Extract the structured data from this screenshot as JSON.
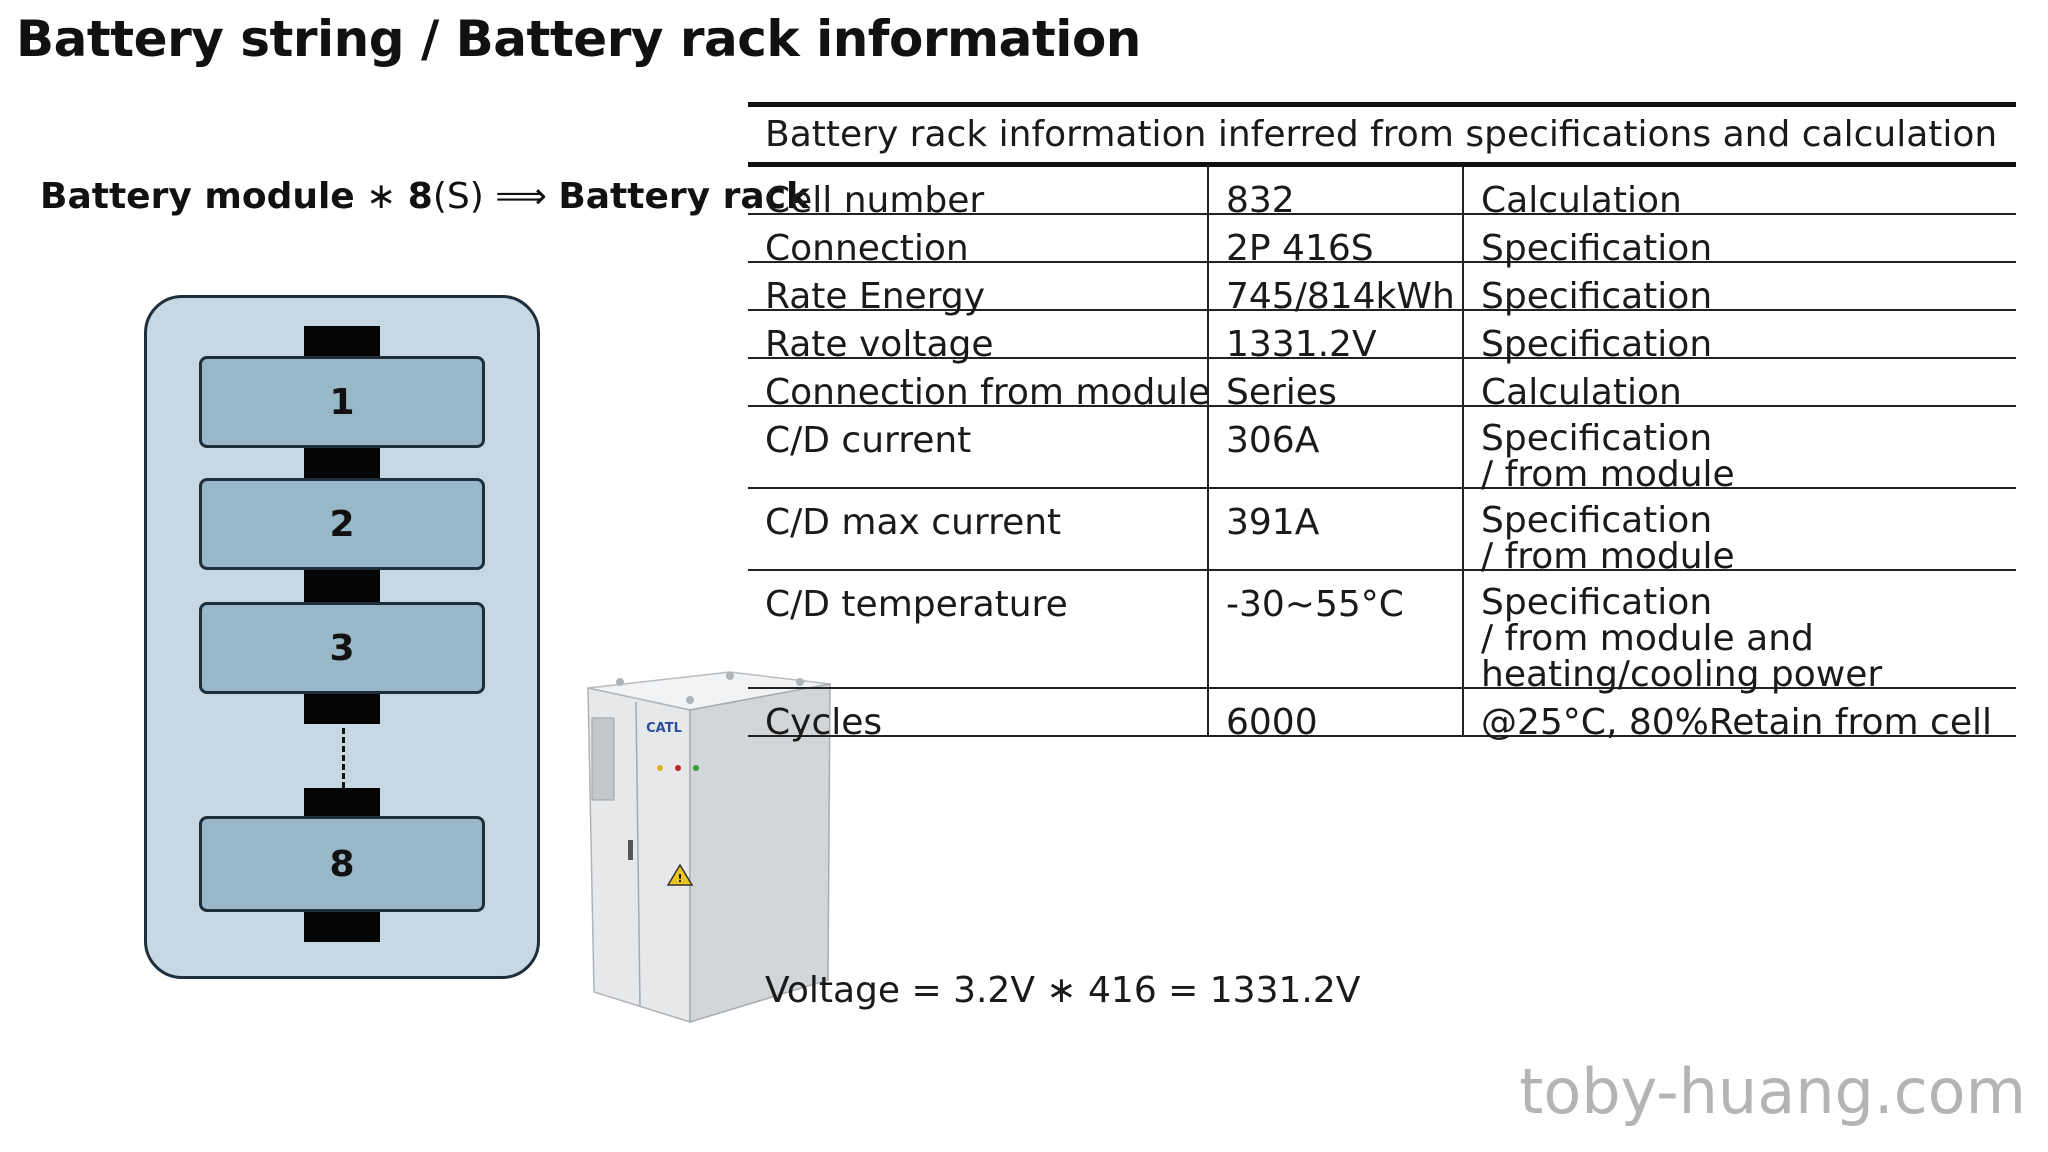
{
  "page": {
    "title": "Battery string / Battery rack information"
  },
  "formula": {
    "part1": "Battery module",
    "op": "∗",
    "part2": "8",
    "part3": "(S)",
    "arrow": "⟹",
    "part4": "Battery rack"
  },
  "diagram": {
    "modules": [
      "1",
      "2",
      "3",
      "8"
    ]
  },
  "cabinet": {
    "brand": "CATL"
  },
  "table": {
    "caption": "Battery rack information inferred from specifications and calculation",
    "rows": [
      {
        "label": "Cell number",
        "value": "832",
        "source": [
          "Calculation"
        ]
      },
      {
        "label": "Connection",
        "value": "2P 416S",
        "source": [
          "Specification"
        ]
      },
      {
        "label": "Rate Energy",
        "value": "745/814kWh",
        "source": [
          "Specification"
        ]
      },
      {
        "label": "Rate voltage",
        "value": "1331.2V",
        "source": [
          "Specification"
        ]
      },
      {
        "label": "Connection from module",
        "value": "Series",
        "source": [
          "Calculation"
        ]
      },
      {
        "label": "C/D current",
        "value": "306A",
        "source": [
          "Specification",
          "/ from module"
        ]
      },
      {
        "label": "C/D max current",
        "value": "391A",
        "source": [
          "Specification",
          "/ from module"
        ]
      },
      {
        "label": "C/D temperature",
        "value": "-30~55°C",
        "source": [
          "Specification",
          "/ from module and",
          "heating/cooling power"
        ]
      },
      {
        "label": "Cycles",
        "value": "6000",
        "source": [
          "@25°C, 80%Retain from cell"
        ]
      }
    ]
  },
  "voltage_formula": "Voltage = 3.2V ∗ 416 = 1331.2V",
  "watermark": "toby-huang.com",
  "colors": {
    "rack_fill": "#c8d8e2",
    "module_fill": "#98b8c8",
    "outline": "#1e2e3a",
    "terminal": "#050505"
  }
}
